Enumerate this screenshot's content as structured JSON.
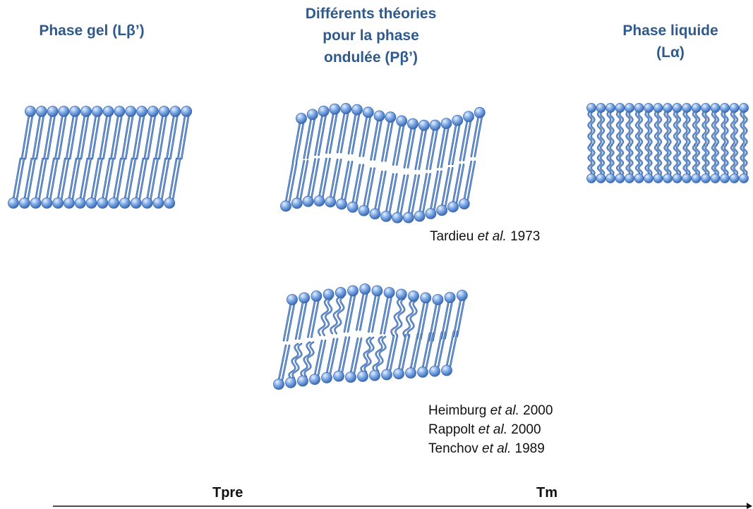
{
  "titles": {
    "gel": [
      "Phase gel (Lβ’)"
    ],
    "ondulee": [
      "Différents théories",
      "pour la phase",
      "ondulée (Pβ’)"
    ],
    "liquide": [
      "Phase liquide",
      "(Lα)"
    ]
  },
  "citations": {
    "tardieu": {
      "author": "Tardieu ",
      "etal": "et al.",
      "year": " 1973"
    },
    "heimburg": {
      "author": "Heimburg ",
      "etal": "et al.",
      "year": " 2000"
    },
    "rappolt": {
      "author": "Rappolt ",
      "etal": "et al.",
      "year": " 2000"
    },
    "tenchov": {
      "author": "Tenchov ",
      "etal": "et al.",
      "year": " 1989"
    }
  },
  "axis": {
    "tpre": "Tpre",
    "tm": "Tm"
  },
  "colors": {
    "lipid_head": "#5b8fd6",
    "lipid_tail": "#3d6fb8",
    "title_text": "#2f5a8c",
    "axis_line": "#111111"
  }
}
